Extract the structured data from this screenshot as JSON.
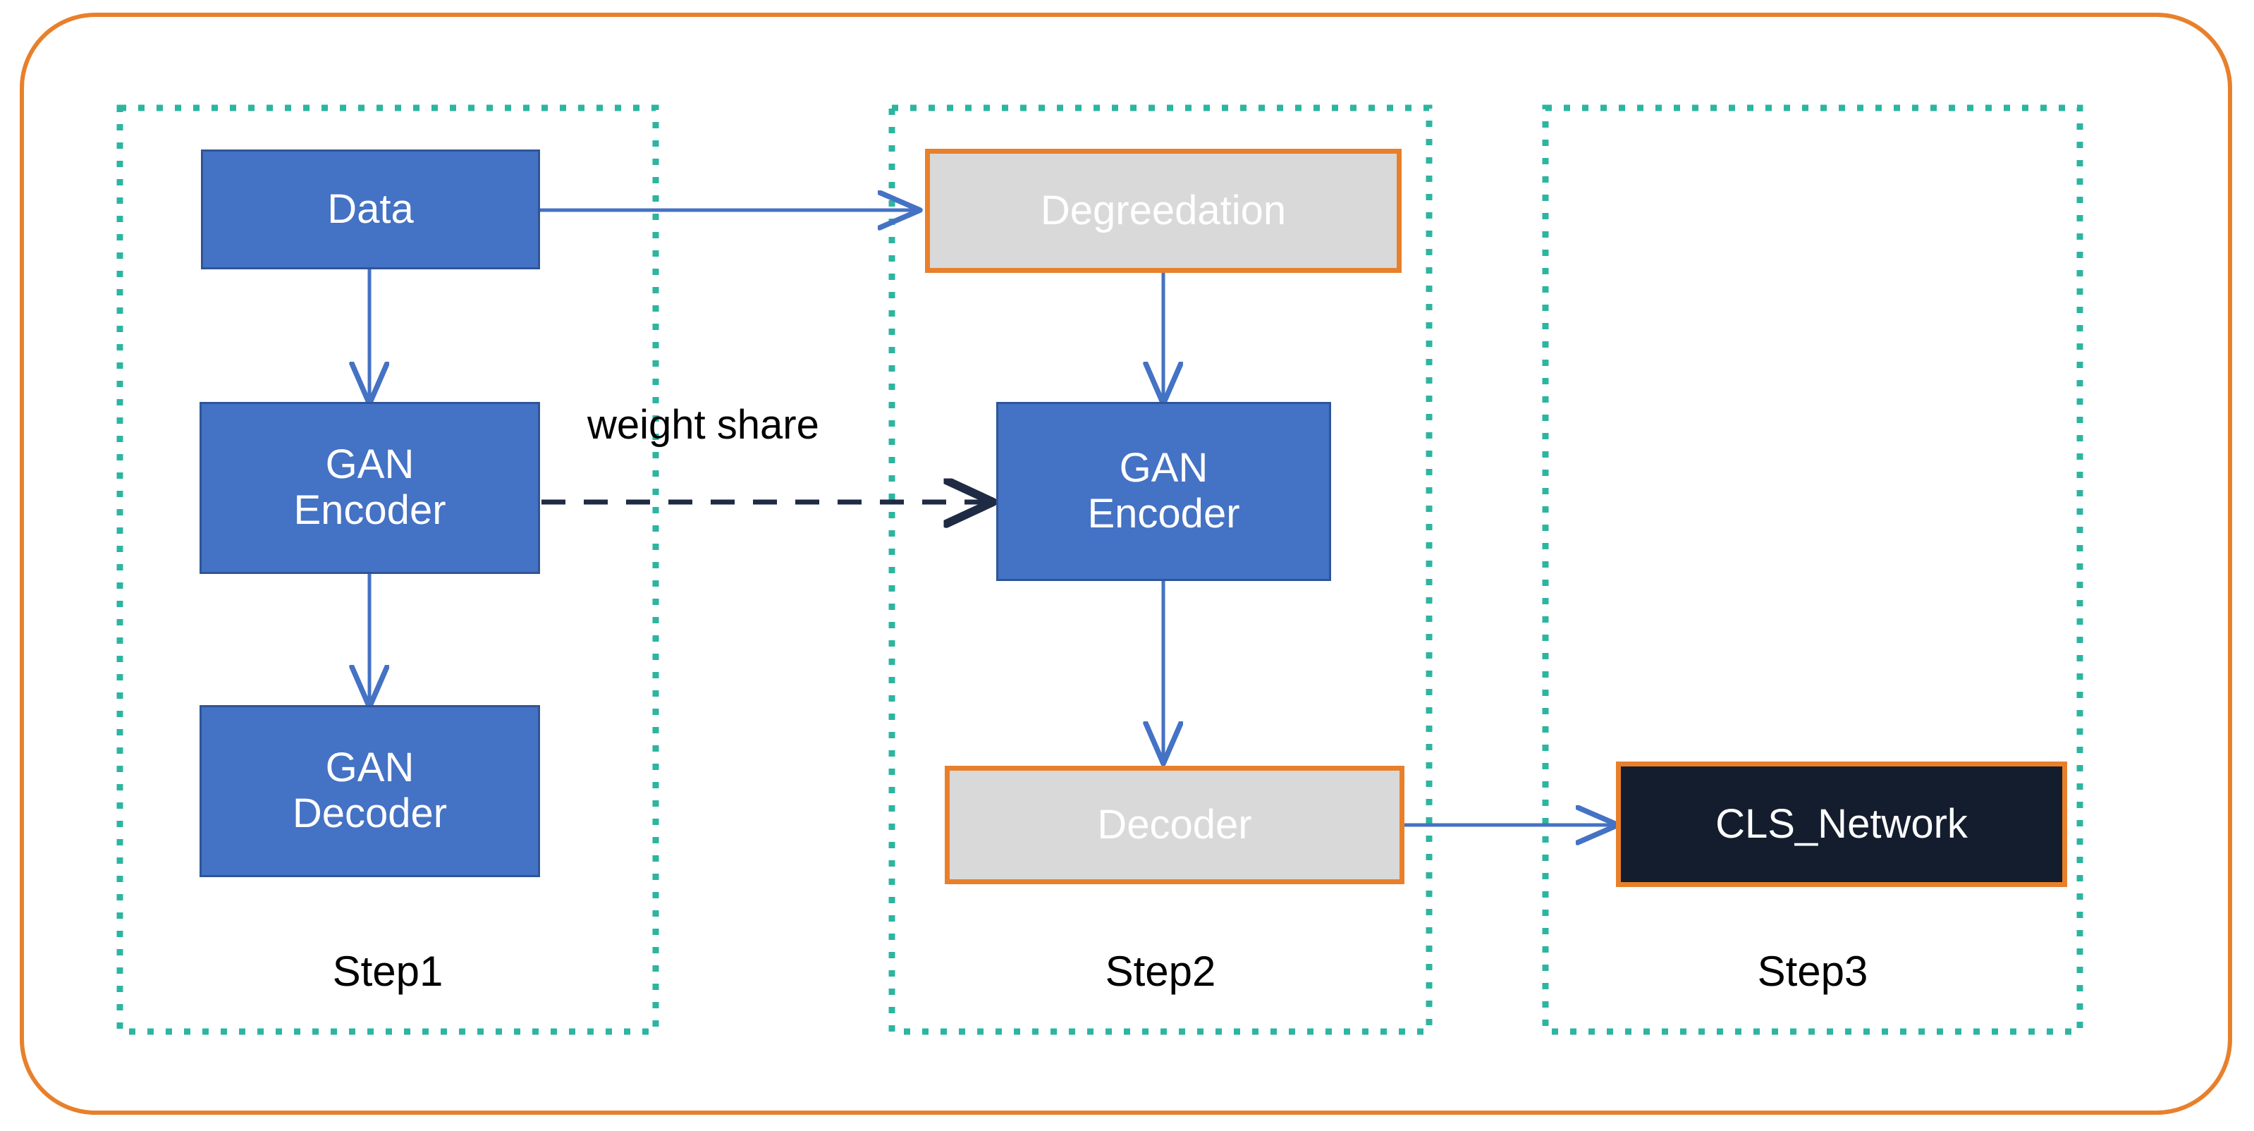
{
  "diagram": {
    "title": "Three-step GAN training and classification pipeline",
    "colors": {
      "outer_border": "#E8802B",
      "group_border": "#2CB5A0",
      "blue_box_fill": "#4472C4",
      "blue_box_border": "#2F5597",
      "gray_box_fill": "#D9D9D9",
      "gray_box_border": "#E8802B",
      "dark_box_fill": "#141D2E",
      "dark_box_border": "#E8802B",
      "arrow_solid": "#4472C4",
      "arrow_dashed": "#1F2A44",
      "text_on_dark": "#FFFFFF",
      "text_label": "#000000",
      "background": "#FFFFFF"
    },
    "groups": [
      {
        "id": "step1",
        "label": "Step1"
      },
      {
        "id": "step2",
        "label": "Step2"
      },
      {
        "id": "step3",
        "label": "Step3"
      }
    ],
    "nodes": [
      {
        "id": "data",
        "group": "step1",
        "label": "Data",
        "style": "blue"
      },
      {
        "id": "gan_encoder_1",
        "group": "step1",
        "label": "GAN\nEncoder",
        "style": "blue"
      },
      {
        "id": "gan_decoder_1",
        "group": "step1",
        "label": "GAN\nDecoder",
        "style": "blue"
      },
      {
        "id": "degreedation",
        "group": "step2",
        "label": "Degreedation",
        "style": "gray"
      },
      {
        "id": "gan_encoder_2",
        "group": "step2",
        "label": "GAN\nEncoder",
        "style": "blue"
      },
      {
        "id": "decoder_2",
        "group": "step2",
        "label": "Decoder",
        "style": "gray"
      },
      {
        "id": "cls_network",
        "group": "step3",
        "label": "CLS_Network",
        "style": "dark"
      }
    ],
    "edges": [
      {
        "id": "e1",
        "from": "data",
        "to": "gan_encoder_1",
        "kind": "solid",
        "label": ""
      },
      {
        "id": "e2",
        "from": "gan_encoder_1",
        "to": "gan_decoder_1",
        "kind": "solid",
        "label": ""
      },
      {
        "id": "e3",
        "from": "data",
        "to": "degreedation",
        "kind": "solid",
        "label": ""
      },
      {
        "id": "e4",
        "from": "gan_encoder_1",
        "to": "gan_encoder_2",
        "kind": "dashed",
        "label": "weight share"
      },
      {
        "id": "e5",
        "from": "degreedation",
        "to": "gan_encoder_2",
        "kind": "solid",
        "label": ""
      },
      {
        "id": "e6",
        "from": "gan_encoder_2",
        "to": "decoder_2",
        "kind": "solid",
        "label": ""
      },
      {
        "id": "e7",
        "from": "decoder_2",
        "to": "cls_network",
        "kind": "solid",
        "label": ""
      }
    ],
    "edge_labels": {
      "weight_share": "weight share"
    }
  }
}
